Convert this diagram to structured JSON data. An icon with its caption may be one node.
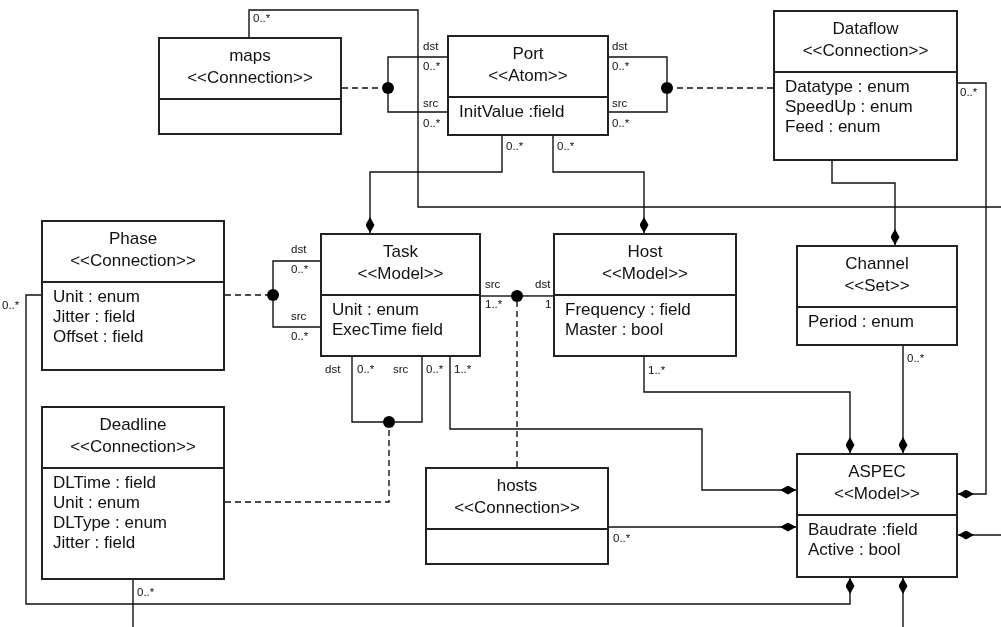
{
  "diagram": {
    "nodes": [
      {
        "text": [
          "maps",
          "<<Connection>>"
        ]
      },
      {
        "text": [
          "Port",
          "<<Atom>>",
          "InitValue :field"
        ]
      },
      {
        "text": [
          "Dataflow",
          "<<Connection>>",
          "Datatype : enum",
          "SpeedUp : enum",
          "Feed : enum"
        ]
      },
      {
        "text": [
          "Phase",
          "<<Connection>>",
          "Unit : enum",
          "Jitter : field",
          "Offset : field"
        ]
      },
      {
        "text": [
          "Task",
          "<<Model>>",
          "Unit : enum",
          "ExecTime field"
        ]
      },
      {
        "text": [
          "Host",
          "<<Model>>",
          "Frequency : field",
          "Master : bool"
        ]
      },
      {
        "text": [
          "Channel",
          "<<Set>>",
          "Period : enum"
        ]
      },
      {
        "text": [
          "Deadline",
          "<<Connection>>",
          "DLTime : field",
          "Unit : enum",
          "DLType : enum",
          "Jitter : field"
        ]
      },
      {
        "text": [
          "hosts",
          "<<Connection>>"
        ]
      },
      {
        "text": [
          "ASPEC",
          "<<Model>>",
          "Baudrate :field",
          "Active : bool"
        ]
      },
      {
        "text": [],
        "shape": "circle"
      },
      {
        "text": [],
        "shape": "circle"
      },
      {
        "text": [],
        "shape": "circle"
      },
      {
        "text": [],
        "shape": "circle"
      },
      {
        "text": [],
        "shape": "circle"
      }
    ],
    "edges": [
      {
        "from": 1,
        "to": 10,
        "arrow": "none"
      },
      {
        "from": 10,
        "to": 1,
        "arrow": "none"
      },
      {
        "from": 0,
        "to": 10,
        "arrow": "none",
        "style": "dashed"
      },
      {
        "from": 1,
        "to": 11,
        "arrow": "none"
      },
      {
        "from": 11,
        "to": 1,
        "arrow": "none"
      },
      {
        "from": 2,
        "to": 11,
        "arrow": "none",
        "style": "dashed"
      },
      {
        "from": 1,
        "to": 4,
        "arrow": "other"
      },
      {
        "from": 1,
        "to": 5,
        "arrow": "other"
      },
      {
        "from": 0,
        "to": null,
        "arrow": "none"
      },
      {
        "from": 2,
        "to": 6,
        "arrow": "other"
      },
      {
        "from": 2,
        "to": 9,
        "arrow": "other"
      },
      {
        "from": 4,
        "to": 12,
        "arrow": "none"
      },
      {
        "from": 12,
        "to": 4,
        "arrow": "none"
      },
      {
        "from": 3,
        "to": 12,
        "arrow": "none",
        "style": "dashed"
      },
      {
        "from": 4,
        "to": 13,
        "arrow": "none"
      },
      {
        "from": 13,
        "to": 4,
        "arrow": "none"
      },
      {
        "from": 7,
        "to": 13,
        "arrow": "none",
        "style": "dashed"
      },
      {
        "from": 4,
        "to": 14,
        "arrow": "none"
      },
      {
        "from": 14,
        "to": 5,
        "arrow": "none"
      },
      {
        "from": 8,
        "to": 14,
        "arrow": "none",
        "style": "dashed"
      },
      {
        "from": 3,
        "to": 9,
        "arrow": "other"
      },
      {
        "from": 7,
        "to": null,
        "arrow": "none"
      },
      {
        "from": 4,
        "to": 9,
        "arrow": "other"
      },
      {
        "from": 5,
        "to": 9,
        "arrow": "other"
      },
      {
        "from": 6,
        "to": 9,
        "arrow": "other"
      },
      {
        "from": 8,
        "to": 9,
        "arrow": "other"
      },
      {
        "from": null,
        "to": 9,
        "arrow": "other"
      },
      {
        "from": null,
        "to": 9,
        "arrow": "other"
      }
    ],
    "labels": [
      "0..*",
      "dst",
      "0..*",
      "src",
      "0..*",
      "dst",
      "0..*",
      "src",
      "0..*",
      "0..*",
      "0..*",
      "0..*",
      "dst",
      "0..*",
      "src",
      "0..*",
      "src",
      "dst",
      "0..*",
      "1..*",
      "1",
      "dst",
      "0..*",
      "src",
      "0..*",
      "1..*",
      "1..*",
      "0..*",
      "0..*",
      "0..*"
    ]
  }
}
